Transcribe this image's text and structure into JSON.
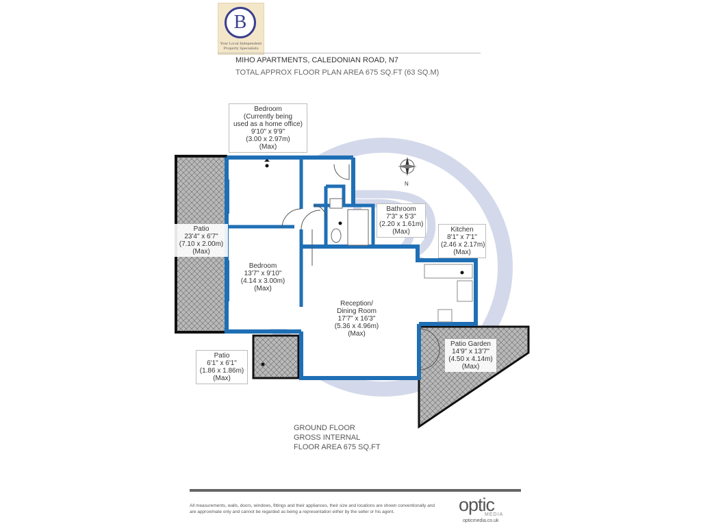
{
  "brand": {
    "letter": "B",
    "tagline": "Your Local Independent Property Specialists"
  },
  "header": {
    "title": "MIHO APARTMENTS, CALEDONIAN ROAD, N7",
    "area": "TOTAL APPROX FLOOR PLAN AREA 675 SQ.FT (63 SQ.M)"
  },
  "compass": {
    "north": "N"
  },
  "rooms": {
    "bedroom1": {
      "lines": [
        "Bedroom",
        "(Currently being",
        "used as a home office)",
        "9'10\" x 9'9\"",
        "(3.00 x 2.97m)",
        "(Max)"
      ]
    },
    "bathroom": {
      "lines": [
        "Bathroom",
        "7'3\" x 5'3\"",
        "(2.20 x 1.61m)",
        "(Max)"
      ]
    },
    "kitchen": {
      "lines": [
        "Kitchen",
        "8'1\" x 7'1\"",
        "(2.46 x 2.17m)",
        "(Max)"
      ]
    },
    "patio1": {
      "lines": [
        "Patio",
        "23'4\" x 6'7\"",
        "(7.10 x 2.00m)",
        "(Max)"
      ]
    },
    "bedroom2": {
      "lines": [
        "Bedroom",
        "13'7\" x 9'10\"",
        "(4.14 x 3.00m)",
        "(Max)"
      ]
    },
    "reception": {
      "lines": [
        "Reception/",
        "Dining Room",
        "17'7\" x 16'3\"",
        "(5.36 x 4.96m)",
        "(Max)"
      ]
    },
    "patio_garden": {
      "lines": [
        "Patio Garden",
        "14'9\" x 13'7\"",
        "(4.50 x 4.14m)",
        "(Max)"
      ]
    },
    "patio2": {
      "lines": [
        "Patio",
        "6'1\" x 6'1\"",
        "(1.86 x 1.86m)",
        "(Max)"
      ]
    }
  },
  "floor": {
    "lines": [
      "GROUND FLOOR",
      "GROSS INTERNAL",
      "FLOOR AREA 675 SQ.FT"
    ]
  },
  "footer": {
    "disclaimer": "All measurements, walls, doors, windows, fittings and their appliances, their size and locations are shown conventionally and are approximate only and cannot be regarded as being a representation either by the seller or his agent.",
    "brand": "optic",
    "brand_sub": "MEDIA",
    "url": "opticmedia.co.uk"
  },
  "colors": {
    "wall": "#1f6fb5",
    "watermark": "#c5cde3",
    "hatch": "#555555"
  }
}
